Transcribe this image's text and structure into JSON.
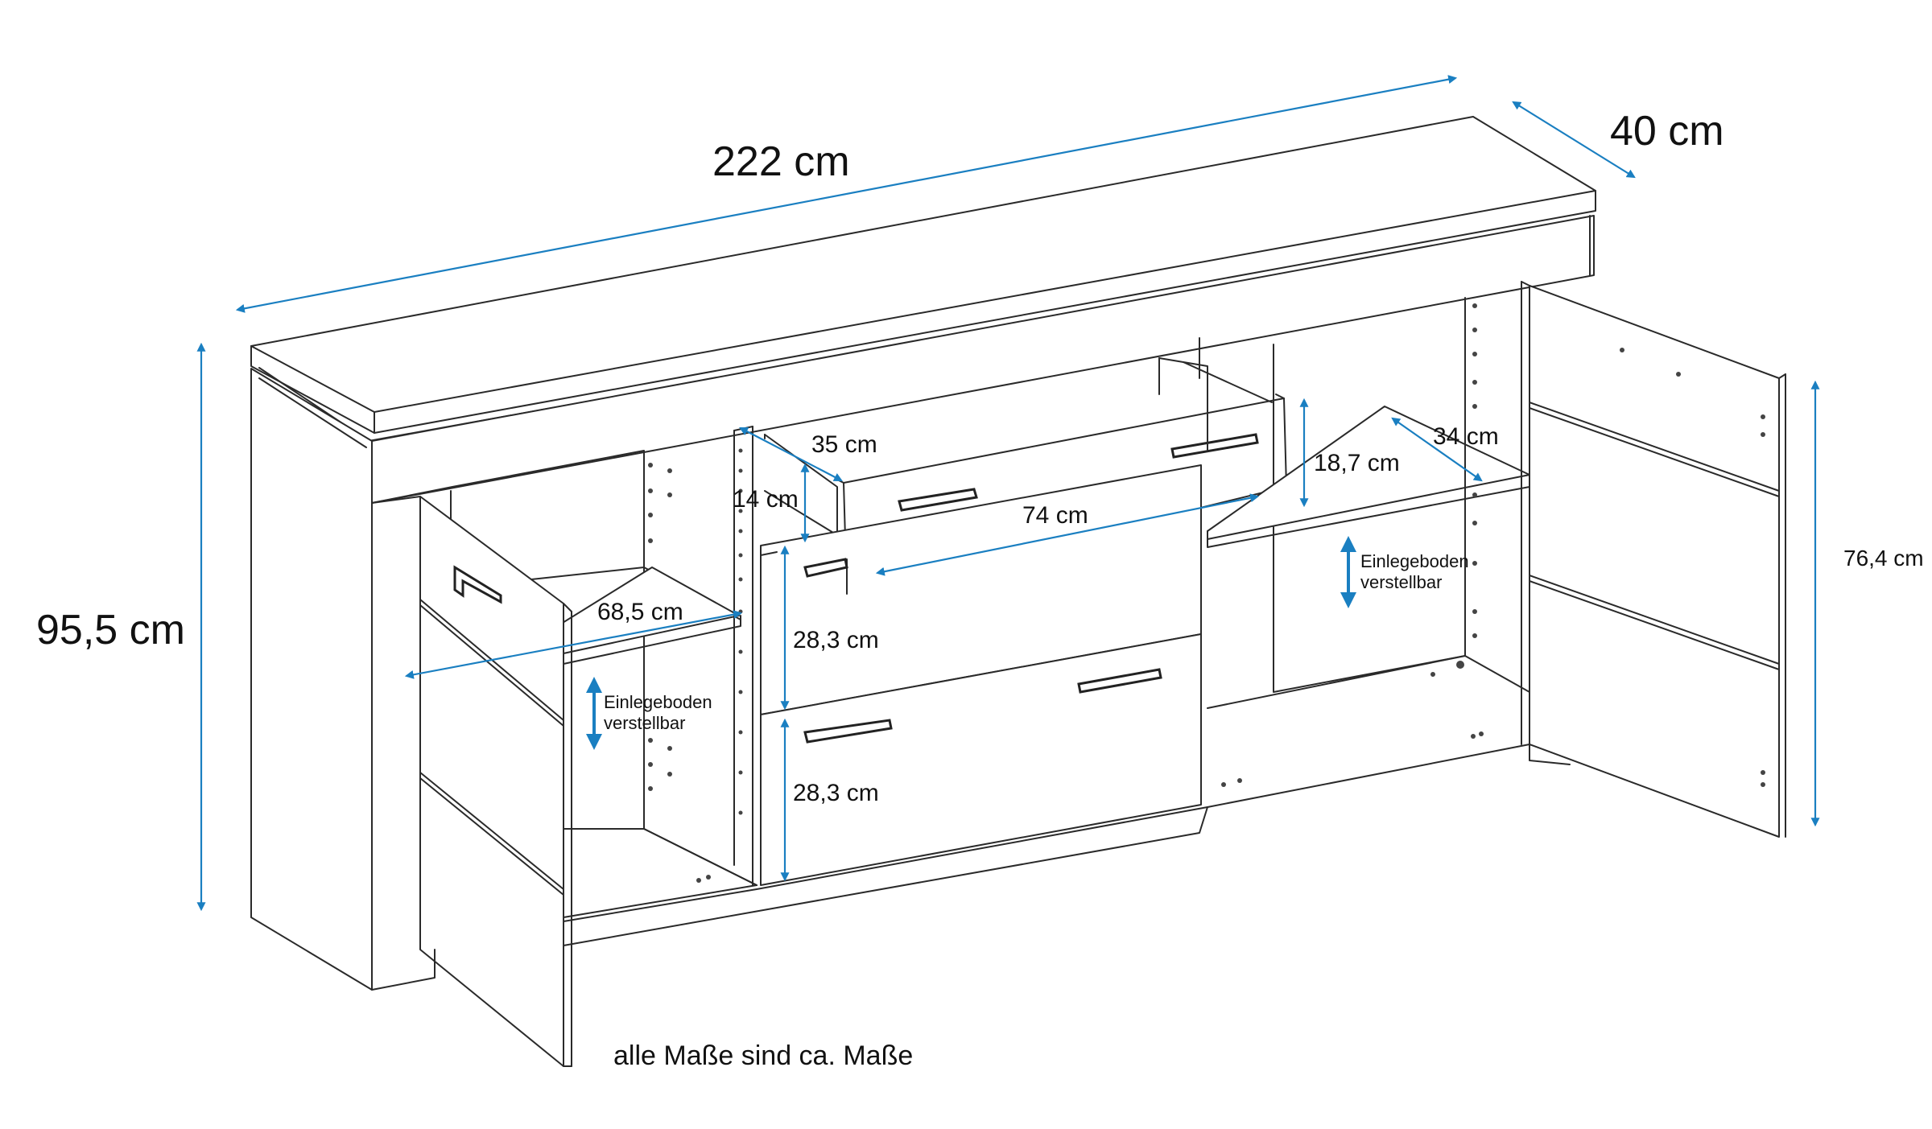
{
  "dimensions": {
    "width_total": "222 cm",
    "depth": "40 cm",
    "height_total": "95,5 cm",
    "height_door": "76,4 cm",
    "drawer_top_depth": "35 cm",
    "drawer_top_height": "14 cm",
    "drawer_top_width": "74 cm",
    "compartment_height_right": "18,7 cm",
    "compartment_depth_right": "34 cm",
    "shelf_width_left": "68,5 cm",
    "drawer_mid_height": "28,3 cm",
    "drawer_bottom_height": "28,3 cm"
  },
  "shelf_notes": {
    "left_line1": "Einlegeboden",
    "left_line2": "verstellbar",
    "right_line1": "Einlegeboden",
    "right_line2": "verstellbar"
  },
  "footnote": "alle Maße sind ca. Maße",
  "colors": {
    "dimension_arrow": "#1a7fc1",
    "outline": "#2a2a2a",
    "background": "#ffffff"
  }
}
